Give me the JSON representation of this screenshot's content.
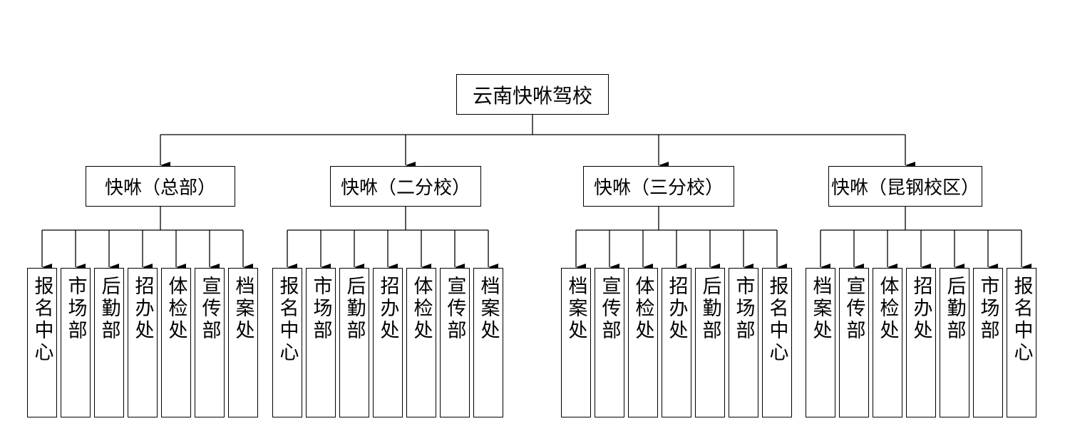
{
  "root": {
    "label": "云南快咻驾校"
  },
  "branches": [
    {
      "label": "快咻（总部）",
      "units": [
        "报名中心",
        "市场部",
        "后勤部",
        "招办处",
        "体检处",
        "宣传部",
        "档案处"
      ]
    },
    {
      "label": "快咻（二分校）",
      "units": [
        "报名中心",
        "市场部",
        "后勤部",
        "招办处",
        "体检处",
        "宣传部",
        "档案处"
      ]
    },
    {
      "label": "快咻（三分校）",
      "units": [
        "档案处",
        "宣传部",
        "体检处",
        "招办处",
        "后勤部",
        "市场部",
        "报名中心"
      ]
    },
    {
      "label": "快咻（昆钢校区）",
      "units": [
        "档案处",
        "宣传部",
        "体检处",
        "招办处",
        "后勤部",
        "市场部",
        "报名中心"
      ]
    }
  ]
}
